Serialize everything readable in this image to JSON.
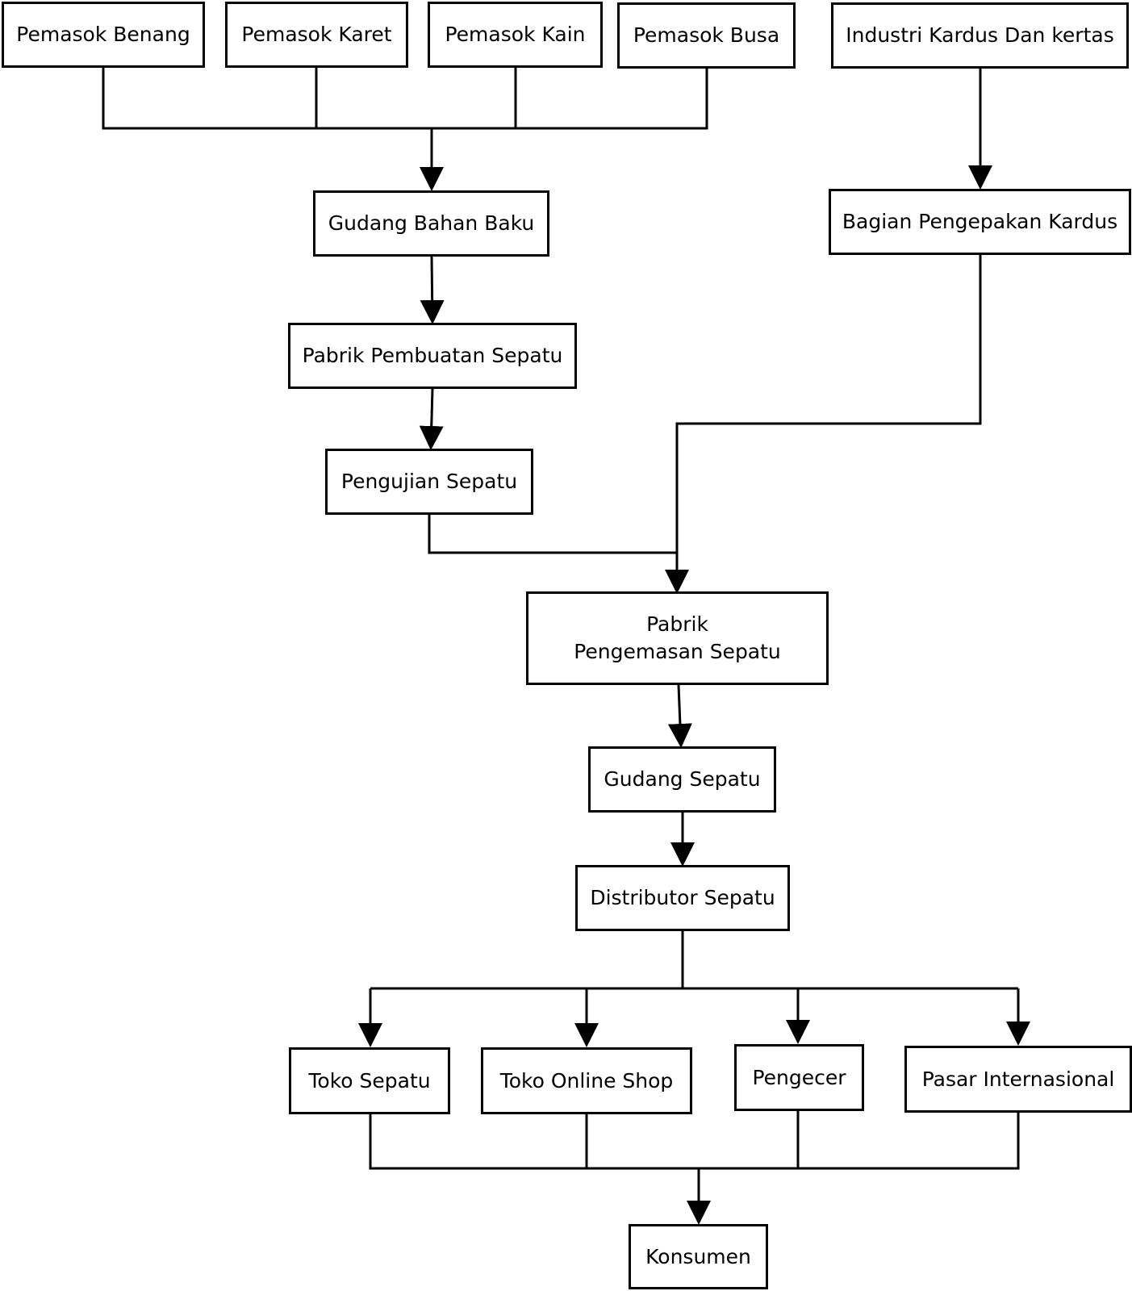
{
  "nodes": {
    "pemasok_benang": "Pemasok Benang",
    "pemasok_karet": "Pemasok Karet",
    "pemasok_kain": "Pemasok Kain",
    "pemasok_busa": "Pemasok Busa",
    "industri_kardus": "Industri Kardus Dan kertas",
    "gudang_bahan_baku": "Gudang Bahan Baku",
    "bagian_pengepakan": "Bagian Pengepakan Kardus",
    "pabrik_pembuatan": "Pabrik Pembuatan Sepatu",
    "pengujian": "Pengujian Sepatu",
    "pabrik_pengemasan_line1": "Pabrik",
    "pabrik_pengemasan_line2": "Pengemasan Sepatu",
    "gudang_sepatu": "Gudang Sepatu",
    "distributor": "Distributor Sepatu",
    "toko_sepatu": "Toko Sepatu",
    "toko_online": "Toko Online Shop",
    "pengecer": "Pengecer",
    "pasar_internasional": "Pasar Internasional",
    "konsumen": "Konsumen"
  },
  "edges": [
    {
      "from": "Pemasok Benang",
      "to": "Gudang Bahan Baku"
    },
    {
      "from": "Pemasok Karet",
      "to": "Gudang Bahan Baku"
    },
    {
      "from": "Pemasok Kain",
      "to": "Gudang Bahan Baku"
    },
    {
      "from": "Pemasok Busa",
      "to": "Gudang Bahan Baku"
    },
    {
      "from": "Industri Kardus Dan kertas",
      "to": "Bagian Pengepakan Kardus"
    },
    {
      "from": "Gudang Bahan Baku",
      "to": "Pabrik Pembuatan Sepatu"
    },
    {
      "from": "Pabrik Pembuatan Sepatu",
      "to": "Pengujian Sepatu"
    },
    {
      "from": "Pengujian Sepatu",
      "to": "Pabrik Pengemasan Sepatu"
    },
    {
      "from": "Bagian Pengepakan Kardus",
      "to": "Pabrik Pengemasan Sepatu"
    },
    {
      "from": "Pabrik Pengemasan Sepatu",
      "to": "Gudang Sepatu"
    },
    {
      "from": "Gudang Sepatu",
      "to": "Distributor Sepatu"
    },
    {
      "from": "Distributor Sepatu",
      "to": "Toko Sepatu"
    },
    {
      "from": "Distributor Sepatu",
      "to": "Toko Online Shop"
    },
    {
      "from": "Distributor Sepatu",
      "to": "Pengecer"
    },
    {
      "from": "Distributor Sepatu",
      "to": "Pasar Internasional"
    },
    {
      "from": "Toko Sepatu",
      "to": "Konsumen"
    },
    {
      "from": "Toko Online Shop",
      "to": "Konsumen"
    },
    {
      "from": "Pengecer",
      "to": "Konsumen"
    },
    {
      "from": "Pasar Internasional",
      "to": "Konsumen"
    }
  ],
  "colors": {
    "line": "#000000",
    "box_border": "#000000",
    "background": "#ffffff",
    "text": "#000000"
  }
}
